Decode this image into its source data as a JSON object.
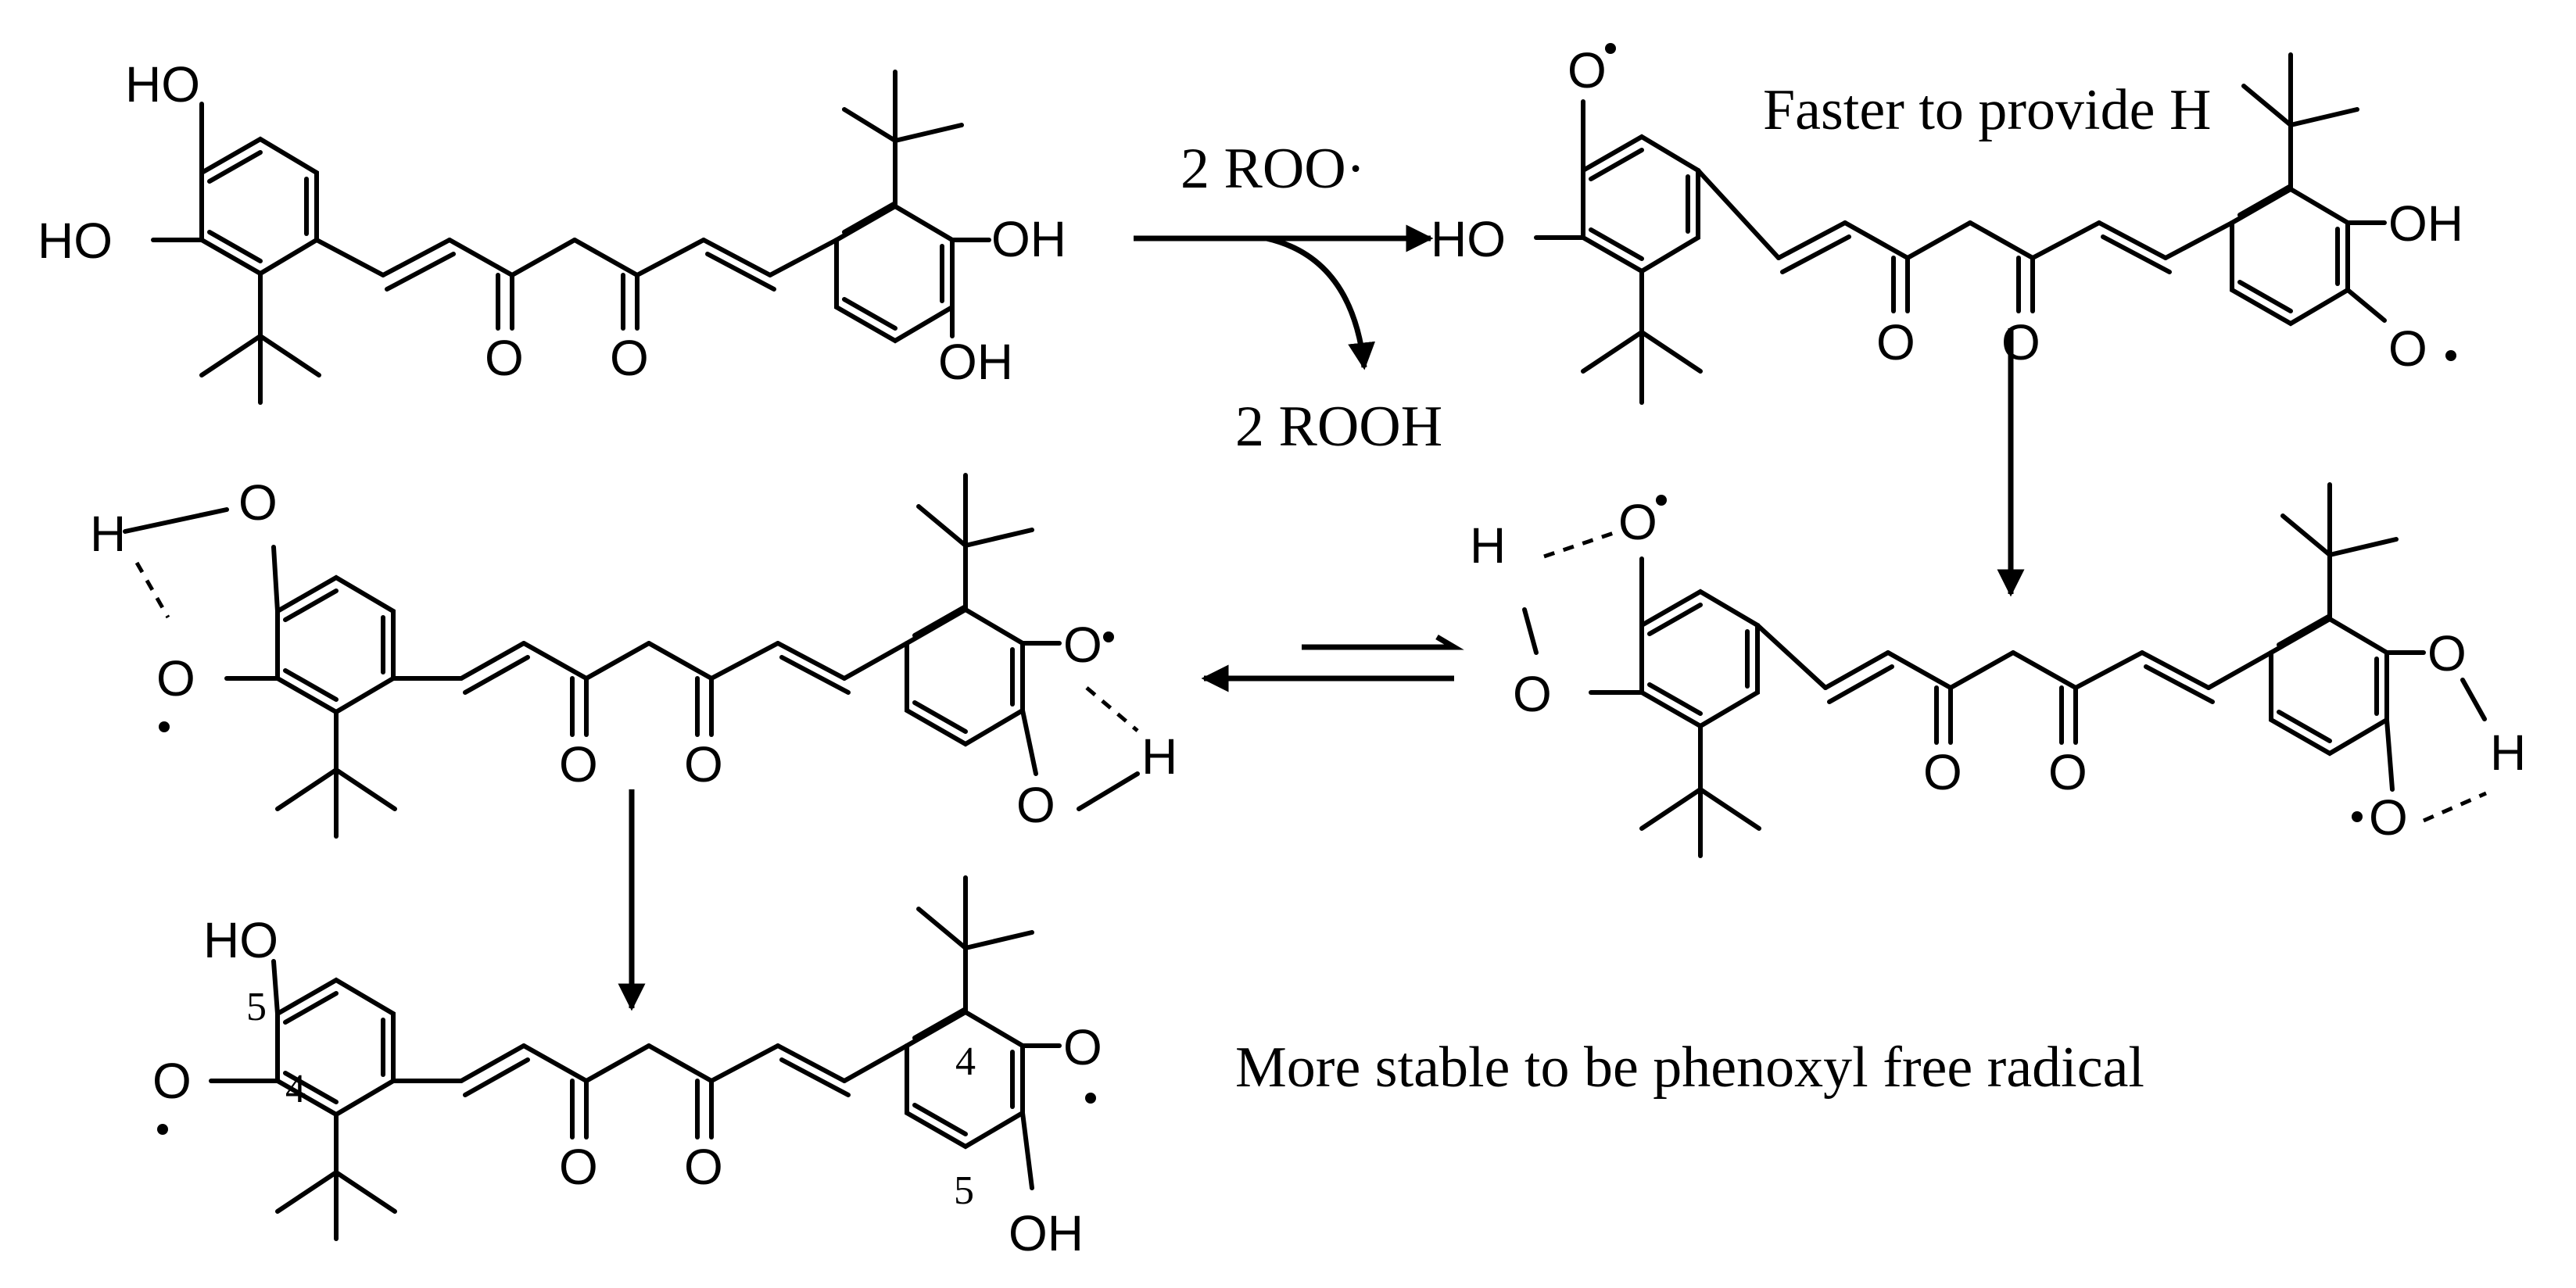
{
  "labels": {
    "reagent_top": "2 ROO·",
    "byproduct": "2 ROOH",
    "note_top": "Faster to provide H",
    "note_bottom": "More stable to be phenoxyl free radical"
  },
  "atom_labels": {
    "O": "O",
    "H": "H",
    "HO": "HO",
    "OH": "OH",
    "num4": "4",
    "num5": "5"
  }
}
